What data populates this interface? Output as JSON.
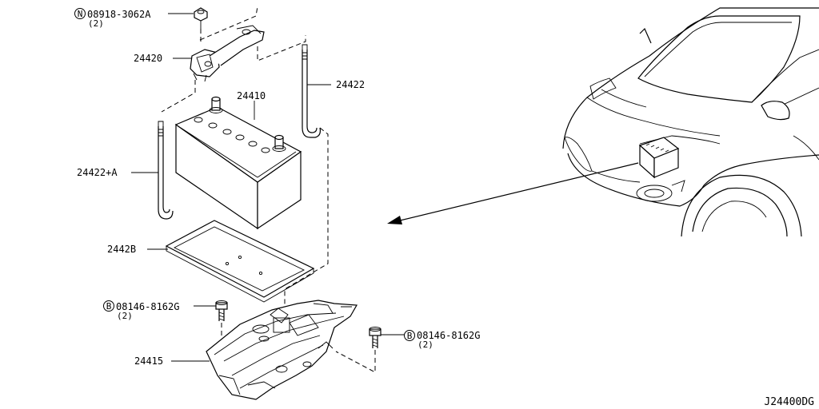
{
  "callouts": {
    "nut": {
      "marker": "N",
      "part": "08918-3062A",
      "qty": "(2)"
    },
    "holder": "24420",
    "rod_right": "24422",
    "battery": "24410",
    "rod_left": "24422+A",
    "tray_pad": "2442B",
    "bolt_left": {
      "marker": "B",
      "part": "08146-8162G",
      "qty": "(2)"
    },
    "bracket": "24415",
    "bolt_right": {
      "marker": "B",
      "part": "08146-8162G",
      "qty": "(2)"
    }
  },
  "diagram_code": "J24400DG"
}
